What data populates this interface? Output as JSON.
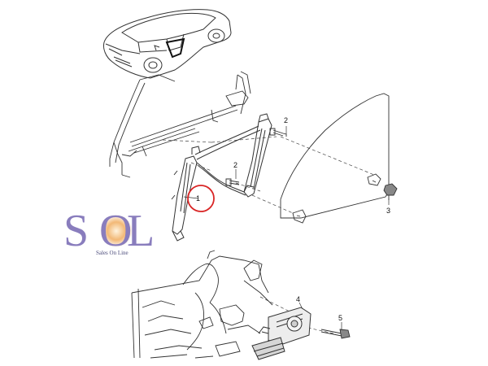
{
  "diagram": {
    "callouts": {
      "c1": "1",
      "c2a": "2",
      "c2b": "2",
      "c3": "3",
      "c4": "4",
      "c5": "5"
    },
    "logo": {
      "letter_s": "S",
      "letter_o": "O",
      "letter_l": "L",
      "tagline": "Sales On Line"
    },
    "colors": {
      "line": "#333333",
      "highlight_circle": "#d92626",
      "logo_purple": "#7f72b8",
      "logo_orange": "#f2b36b"
    }
  }
}
